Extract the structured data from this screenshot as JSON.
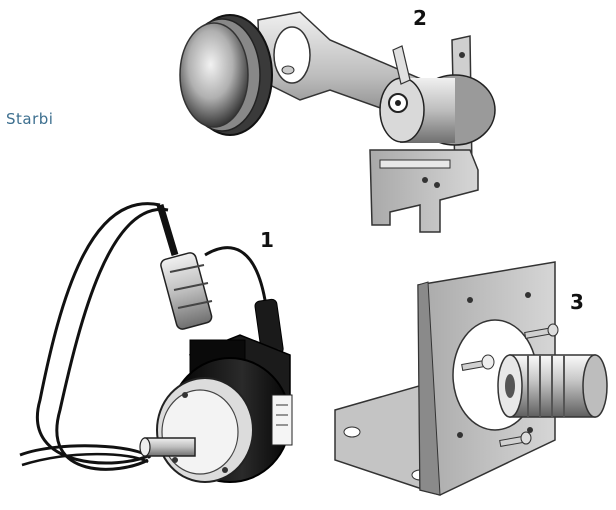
{
  "side_text": "Starbi",
  "labels": {
    "one": "1",
    "two": "2",
    "three": "3"
  },
  "colors": {
    "accent_text": "#3d6f8f",
    "metal_dark": "#2b2b2b",
    "metal_light": "#d9d9d9",
    "encoder_body": "#111111"
  },
  "products": [
    {
      "name": "wheel-arm-assembly",
      "label_ref": "two"
    },
    {
      "name": "rotary-encoder-with-cable",
      "label_ref": "one"
    },
    {
      "name": "angle-bracket-with-coupling",
      "label_ref": "three"
    }
  ]
}
